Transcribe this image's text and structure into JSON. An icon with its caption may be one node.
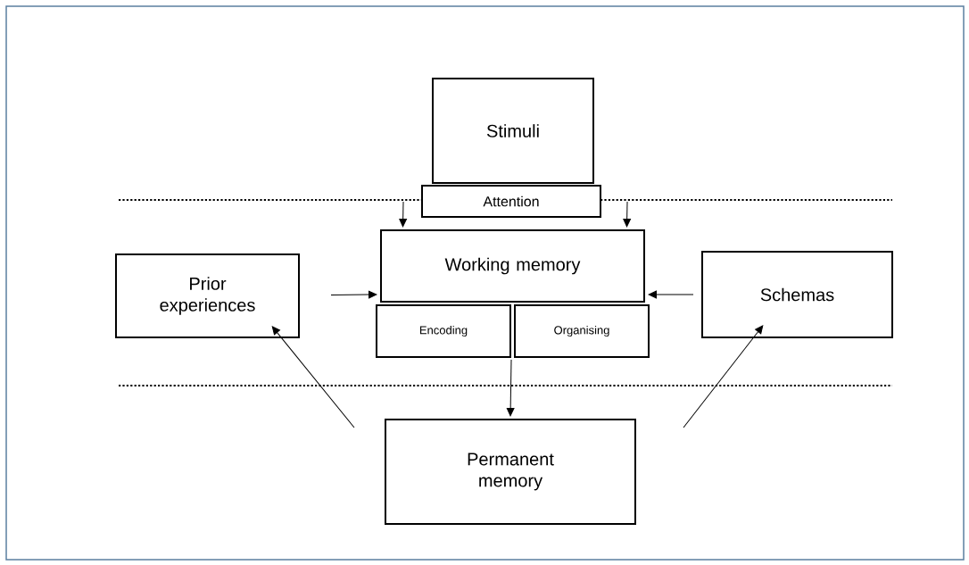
{
  "diagram": {
    "nodes": [
      {
        "text": [
          "Stimuli"
        ]
      },
      {
        "text": [
          "Attention"
        ]
      },
      {
        "text": [
          "Working memory"
        ]
      },
      {
        "text": [
          "Encoding"
        ]
      },
      {
        "text": [
          "Organising"
        ]
      },
      {
        "text": [
          "Prior experiences"
        ]
      },
      {
        "text": [
          "Schemas"
        ]
      },
      {
        "text": [
          "Permanent memory"
        ]
      }
    ],
    "edges": [
      {
        "from": null,
        "to": 2,
        "arrow": "to"
      },
      {
        "from": null,
        "to": 2,
        "arrow": "to"
      },
      {
        "from": 5,
        "to": 2,
        "arrow": "to"
      },
      {
        "from": 6,
        "to": 2,
        "arrow": "to"
      },
      {
        "from": 3,
        "to": 7,
        "arrow": "to"
      },
      {
        "from": 7,
        "to": 5,
        "arrow": "to"
      },
      {
        "from": 7,
        "to": 6,
        "arrow": "to"
      }
    ]
  }
}
